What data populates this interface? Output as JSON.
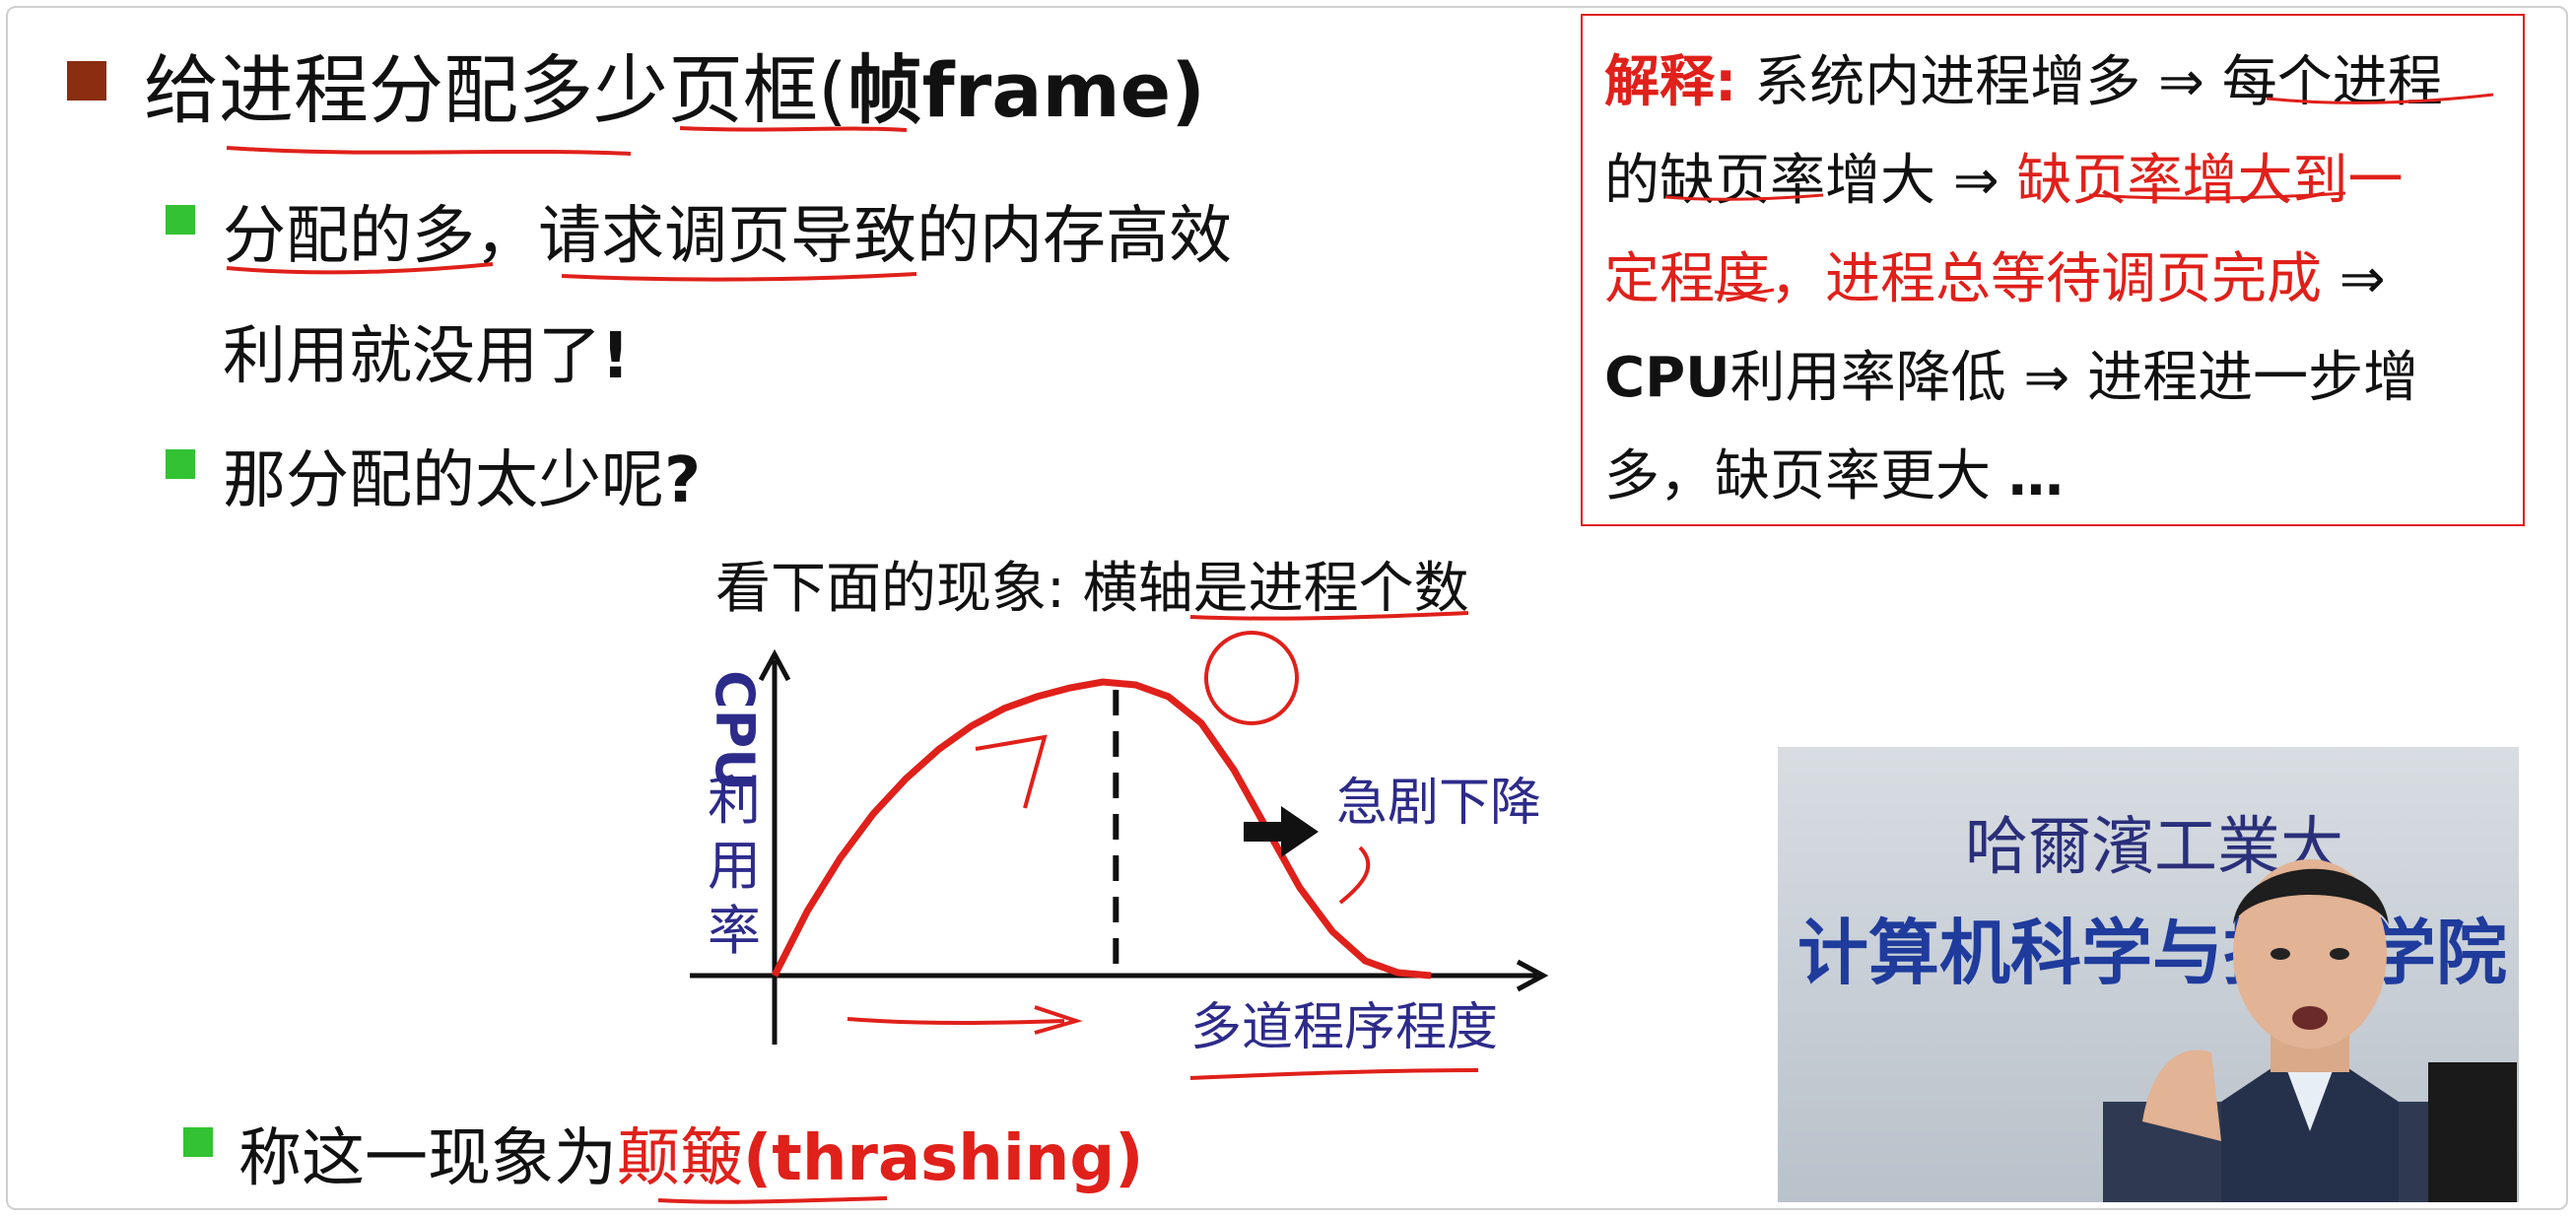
{
  "slide": {
    "title_prefix": "给进程分配多少页框(",
    "title_bold": "帧frame)",
    "bullet1_line1": "分配的多，请求调页导致的内存高效",
    "bullet1_line2_text": "利用就没用了",
    "bullet1_line2_bold": "!",
    "bullet2_text": "那分配的太少呢",
    "bullet2_bold": "?",
    "bullet3_text": "称这一现象为",
    "bullet3_red": "颠簸",
    "bullet3_red_bold": "(thrashing)"
  },
  "note": {
    "label": "解释:",
    "line1_text": " 系统内进程增多 ⇒ 每个进程",
    "line2_black": "的缺页率增大 ⇒ ",
    "line2_red": "缺页率增大到一",
    "line3_red": "定程度，进程总等待调页完成",
    "line3_black": " ⇒",
    "line4_bold": "CPU",
    "line4_text": "利用率降低 ⇒ 进程进一步增",
    "line5_text": "多，缺页率更大 ",
    "line5_bold": "…"
  },
  "chart_caption": "看下面的现象: 横轴是进程个数",
  "chart_data": {
    "type": "line",
    "title": "看下面的现象: 横轴是进程个数",
    "xlabel": "多道程序程度",
    "ylabel_bold": "CPU",
    "ylabel_text": "利用率",
    "annotation": "急剧下降",
    "series": [
      {
        "x": [
          0,
          5,
          10,
          15,
          20,
          25,
          30,
          35,
          40,
          45,
          50,
          55,
          60,
          65,
          70,
          75,
          80,
          85,
          90,
          95,
          100
        ],
        "y": [
          0,
          22,
          40,
          55,
          67,
          77,
          85,
          91,
          95,
          98,
          100,
          99,
          95,
          86,
          70,
          50,
          30,
          15,
          5,
          1,
          0
        ]
      }
    ],
    "peak_x": 52,
    "xlim": [
      0,
      100
    ],
    "ylim": [
      0,
      100
    ],
    "grid": false,
    "colors": {
      "curve": "#e0201a",
      "axis": "#111111",
      "labels": "#2d2b8a"
    }
  },
  "video": {
    "sign_line1": "哈爾濱工業大",
    "sign_line2": "计算机科学与技术学院"
  }
}
